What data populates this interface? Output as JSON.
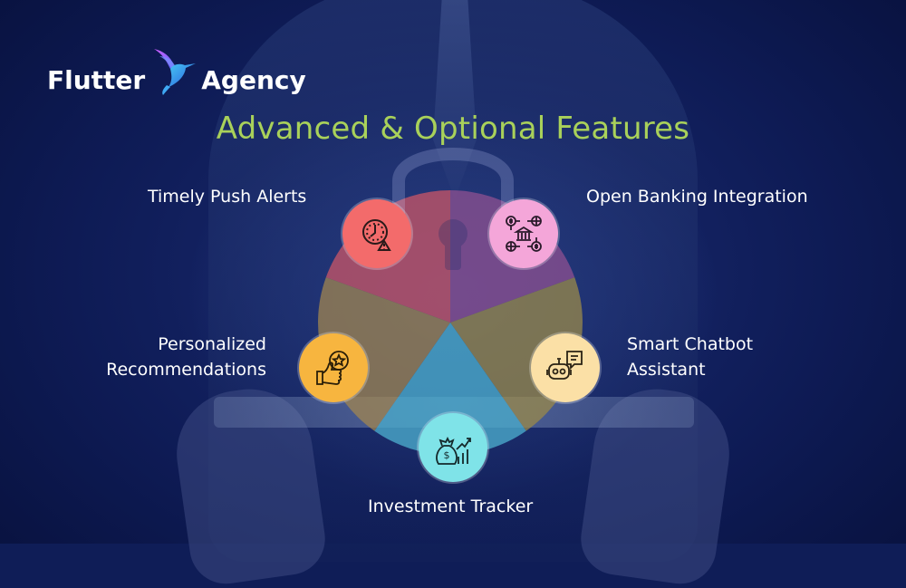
{
  "brand": {
    "name_left": "Flutter",
    "name_right": "Agency"
  },
  "title": "Advanced & Optional Features",
  "features": [
    {
      "id": "push-alerts",
      "label": "Timely Push Alerts",
      "icon": "clock-alert-icon",
      "color": "#f36b6b"
    },
    {
      "id": "open-banking",
      "label": "Open Banking Integration",
      "icon": "bank-network-icon",
      "color": "#f4a6d9"
    },
    {
      "id": "chatbot",
      "label_line1": "Smart Chatbot",
      "label_line2": "Assistant",
      "icon": "robot-chat-icon",
      "color": "#fbe0a6"
    },
    {
      "id": "investment",
      "label": "Investment Tracker",
      "icon": "money-growth-icon",
      "color": "#7fe3e8"
    },
    {
      "id": "recommendations",
      "label_line1": "Personalized",
      "label_line2": "Recommendations",
      "icon": "thumbs-up-star-icon",
      "color": "#f7b53f"
    }
  ],
  "segment_colors": {
    "top_left": "#c45566",
    "top_right": "#8b4f8f",
    "right": "#9a8a4a",
    "bottom": "#4aa9c9",
    "left": "#a08650"
  }
}
